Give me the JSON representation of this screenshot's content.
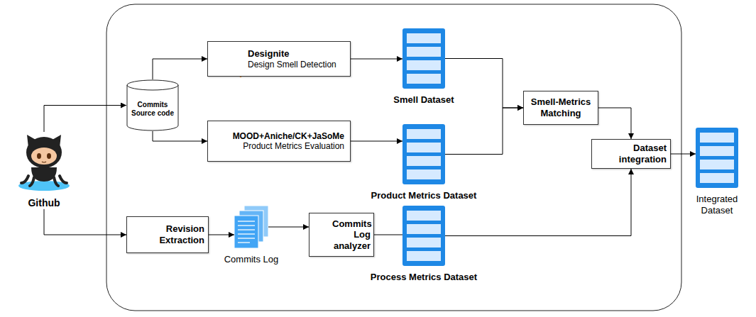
{
  "diagram": {
    "nodes": [
      {
        "text": [
          "Github"
        ]
      },
      {
        "text": [
          "Commits Source code"
        ]
      },
      {
        "text": [
          "Designite",
          "Design Smell Detection"
        ]
      },
      {
        "text": [
          "MOOD+Aniche/CK+JaSoMe",
          "Product Metrics Evaluation"
        ]
      },
      {
        "text": [
          "Smell Dataset"
        ]
      },
      {
        "text": [
          "Product Metrics Dataset"
        ]
      },
      {
        "text": [
          "Smell-Metrics Matching"
        ]
      },
      {
        "text": [
          "Dataset integration"
        ]
      },
      {
        "text": [
          "Integrated Dataset"
        ]
      },
      {
        "text": [
          "Revision Extraction"
        ]
      },
      {
        "text": [
          "Commits Log"
        ]
      },
      {
        "text": [
          "Commits Log analyzer"
        ]
      },
      {
        "text": [
          "Process Metrics Dataset"
        ]
      }
    ],
    "edges": [
      {
        "from": 0,
        "to": 1,
        "arrow": "to"
      },
      {
        "from": 0,
        "to": 9,
        "arrow": "to"
      },
      {
        "from": 1,
        "to": 2,
        "arrow": "to"
      },
      {
        "from": 1,
        "to": 3,
        "arrow": "to"
      },
      {
        "from": 2,
        "to": 4,
        "arrow": "to"
      },
      {
        "from": 3,
        "to": 5,
        "arrow": "to"
      },
      {
        "from": 4,
        "to": 6,
        "arrow": "to"
      },
      {
        "from": 5,
        "to": 6,
        "arrow": "to"
      },
      {
        "from": 6,
        "to": 7,
        "arrow": "to"
      },
      {
        "from": 9,
        "to": 10,
        "arrow": "to"
      },
      {
        "from": 10,
        "to": 11,
        "arrow": "to"
      },
      {
        "from": 11,
        "to": 12,
        "arrow": "none"
      },
      {
        "from": 12,
        "to": 7,
        "arrow": "to"
      },
      {
        "from": 7,
        "to": 8,
        "arrow": "to"
      }
    ]
  }
}
